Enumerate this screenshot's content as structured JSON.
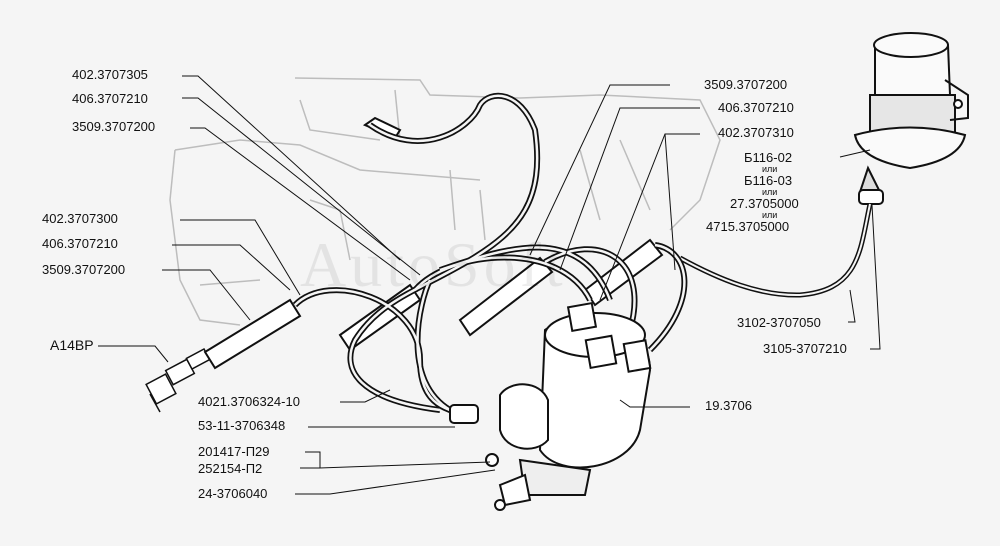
{
  "diagram": {
    "watermark": "AutoSoft",
    "labels": {
      "wire_top_1": "402.3707305",
      "wire_top_2": "406.3707210",
      "wire_top_3": "3509.3707200",
      "wire_mid_1": "402.3707300",
      "wire_mid_2": "406.3707210",
      "wire_mid_3": "3509.3707200",
      "spark_plug": "А14ВР",
      "wire_right_1": "3509.3707200",
      "wire_right_2": "406.3707210",
      "wire_right_3": "402.3707310",
      "coil_1": "Б116-02",
      "coil_or_1": "или",
      "coil_2": "Б116-03",
      "coil_or_2": "или",
      "coil_3": "27.3705000",
      "coil_or_3": "или",
      "coil_4": "4715.3705000",
      "coil_wire_1": "3102-3707050",
      "coil_wire_2": "3105-3707210",
      "distributor": "19.3706",
      "bottom_1": "4021.3706324-10",
      "bottom_2": "53-11-3706348",
      "bottom_3": "201417-П29",
      "bottom_4": "252154-П2",
      "bottom_5": "24-3706040"
    }
  }
}
